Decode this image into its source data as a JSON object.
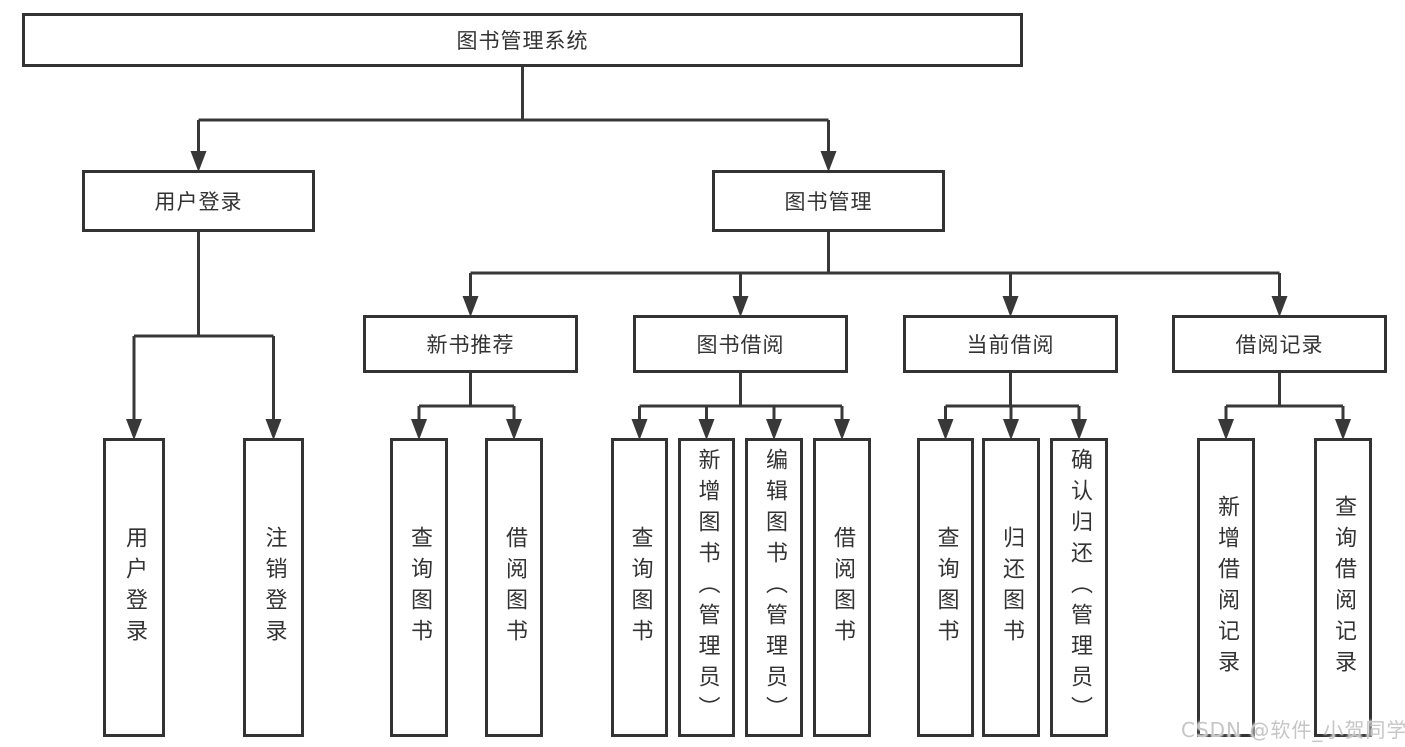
{
  "tree": {
    "label": "图书管理系统",
    "children": [
      {
        "label": "用户登录",
        "children": [
          {
            "label": "用户登录"
          },
          {
            "label": "注销登录"
          }
        ]
      },
      {
        "label": "图书管理",
        "children": [
          {
            "label": "新书推荐",
            "children": [
              {
                "label": "查询图书"
              },
              {
                "label": "借阅图书"
              }
            ]
          },
          {
            "label": "图书借阅",
            "children": [
              {
                "label": "查询图书"
              },
              {
                "label": "新增图书（管理员）"
              },
              {
                "label": "编辑图书（管理员）"
              },
              {
                "label": "借阅图书"
              }
            ]
          },
          {
            "label": "当前借阅",
            "children": [
              {
                "label": "查询图书"
              },
              {
                "label": "归还图书"
              },
              {
                "label": "确认归还（管理员）"
              }
            ]
          },
          {
            "label": "借阅记录",
            "children": [
              {
                "label": "新增借阅记录"
              },
              {
                "label": "查询借阅记录"
              }
            ]
          }
        ]
      }
    ]
  },
  "watermark": {
    "text": "CSDN @软件_小贺同学"
  },
  "colors": {
    "box_border": "#333333",
    "connector_line": "#383838",
    "text": "#333333",
    "watermark": "#c6c6c6",
    "background": "#ffffff"
  }
}
